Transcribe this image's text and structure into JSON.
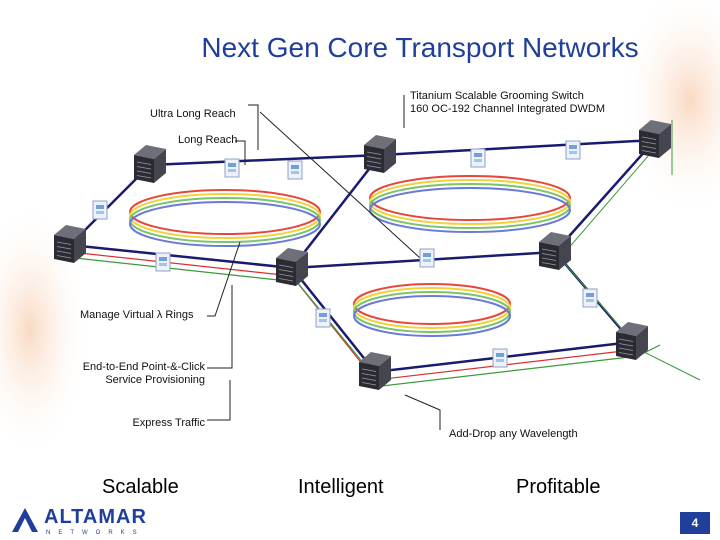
{
  "title": "Next Gen Core Transport Networks",
  "callouts": {
    "ultra_long_reach": "Ultra Long Reach",
    "switch_line1": "Titanium Scalable Grooming Switch",
    "switch_line2": "160 OC-192 Channel Integrated DWDM",
    "long_reach": "Long Reach",
    "virtual_rings": "Manage Virtual λ Rings",
    "e2e_line1": "End-to-End Point-&-Click",
    "e2e_line2": "Service Provisioning",
    "express": "Express Traffic",
    "add_drop": "Add-Drop any Wavelength"
  },
  "footer": {
    "scalable": "Scalable",
    "intelligent": "Intelligent",
    "profitable": "Profitable"
  },
  "logo": {
    "name": "ALTAMAR",
    "sub": "NETWORKS"
  },
  "page_number": "4",
  "colors": {
    "title": "#1f3f9a",
    "link": "#1a1a6e",
    "ring_red": "#e8463a",
    "ring_yellow": "#f2d23a",
    "ring_green": "#7cc36a",
    "ring_blue": "#6a7ad8",
    "express_path": "#d83030",
    "green_path": "#3a9a3a"
  },
  "icons": [
    "optical-switch-icon",
    "wavelength-node-icon",
    "altamar-logo-icon"
  ]
}
